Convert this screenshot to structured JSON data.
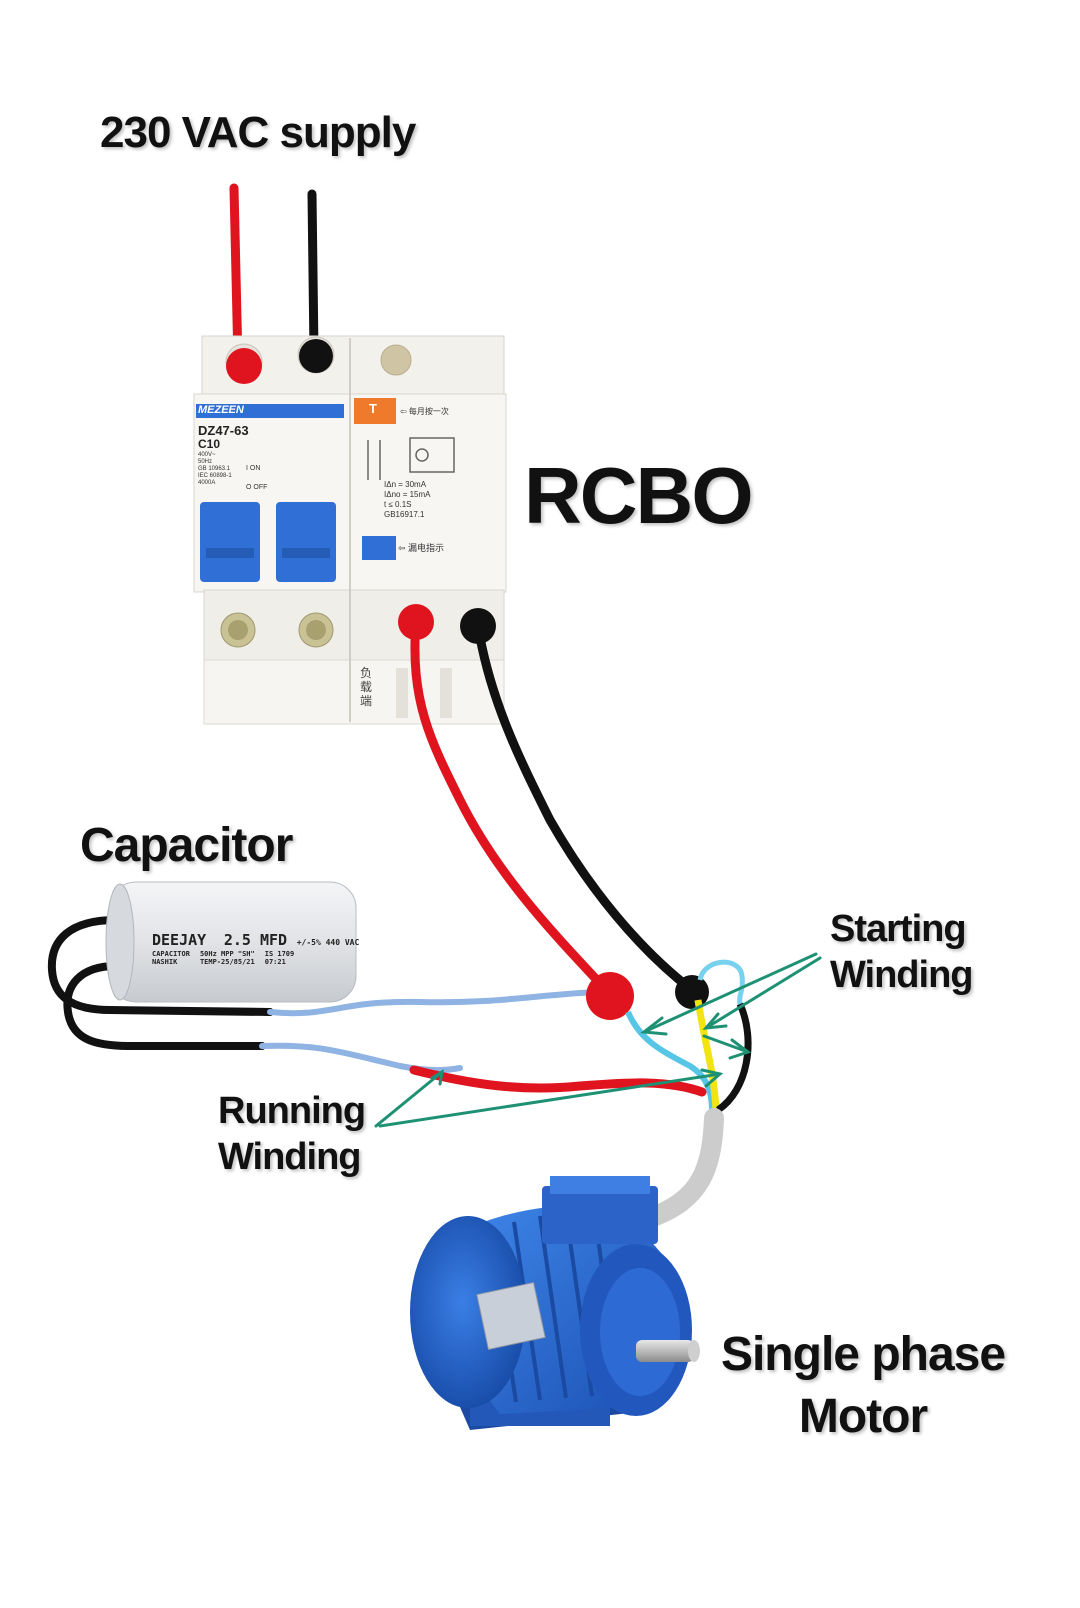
{
  "labels": {
    "supply": "230 VAC supply",
    "rcbo": "RCBO",
    "capacitor": "Capacitor",
    "starting_winding": [
      "Starting",
      "Winding"
    ],
    "running_winding": [
      "Running",
      "Winding"
    ],
    "motor": [
      "Single phase",
      "Motor"
    ]
  },
  "breaker": {
    "brand": "MEZEEN",
    "model": "DZ47-63",
    "rating": "C10",
    "specs": [
      "400V~",
      "50Hz",
      "GB 10963.1",
      "IEC 60898-1",
      "4000A"
    ],
    "on_label": "I ON",
    "off_label": "O OFF",
    "test_button": "T",
    "test_note": "⇦ 每月按一次",
    "rcd_specs": [
      "IΔn  =  30mA",
      "IΔno =  15mA",
      "t  ≤  0.1S",
      "GB16917.1"
    ],
    "leak_indicator": "⇦ 漏电指示",
    "load_side": "负载端"
  },
  "capacitor_body": {
    "brand": "DEEJAY",
    "value": "2.5 MFD",
    "tolerance": "+/-5% 440 VAC",
    "line2_left": [
      "CAPACITOR",
      "NASHIK"
    ],
    "line2_mid": [
      "50Hz MPP \"SH\"",
      "TEMP-25/85/21"
    ],
    "line2_right": [
      "IS 1709",
      "07:21"
    ]
  },
  "colors": {
    "live": "#e0141e",
    "neutral": "#111111",
    "blue_device": "#2f6fd6",
    "arrow": "#1e9174",
    "wire_blue": "#8fb3e3",
    "wire_yellow": "#f2e411",
    "wire_cyan": "#57c5e5"
  }
}
